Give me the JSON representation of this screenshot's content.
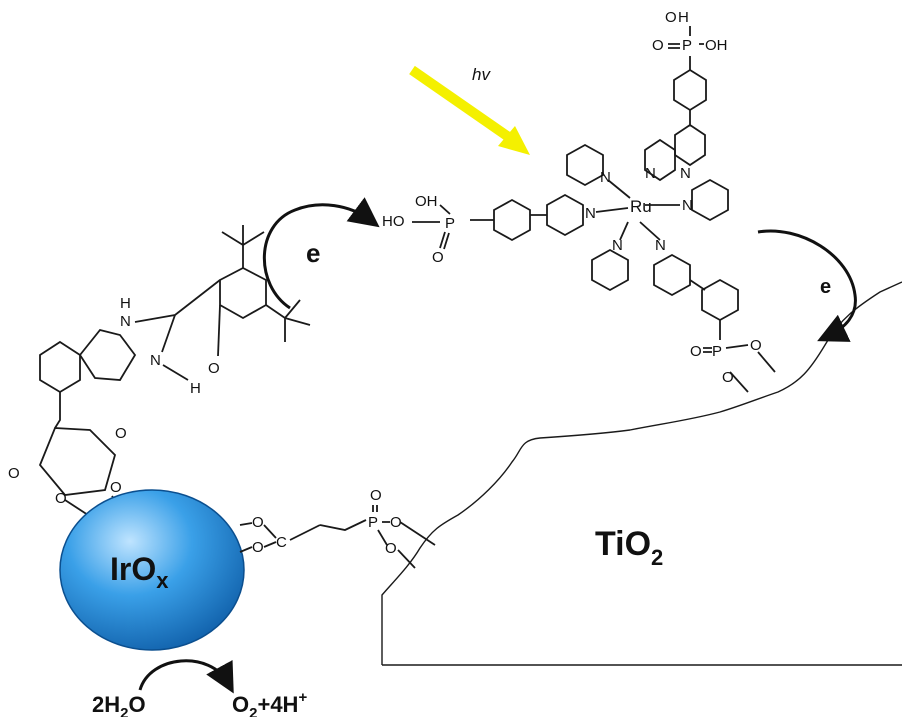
{
  "labels": {
    "hv": "hv",
    "electron_left": "e",
    "electron_right": "e",
    "tio2": "TiO",
    "tio2_sub": "2",
    "irox": "IrO",
    "irox_sub": "x",
    "ru": "Ru",
    "water_coef": "2H",
    "water_sub": "2",
    "water_o": "O",
    "product_o": "O",
    "product_sub": "2",
    "product_rest": "+4H",
    "product_sup": "+",
    "c_atom": "C",
    "p_atom": "P",
    "n_atom": "N",
    "o_atom": "O",
    "h_atom": "H",
    "oh": "OH",
    "ho": "HO"
  },
  "colors": {
    "light_arrow": "#f4f000",
    "sphere_light": "#bfe4ff",
    "sphere_mid": "#3aa0e8",
    "sphere_dark": "#0f5ea8",
    "line": "#1a1a1a"
  }
}
